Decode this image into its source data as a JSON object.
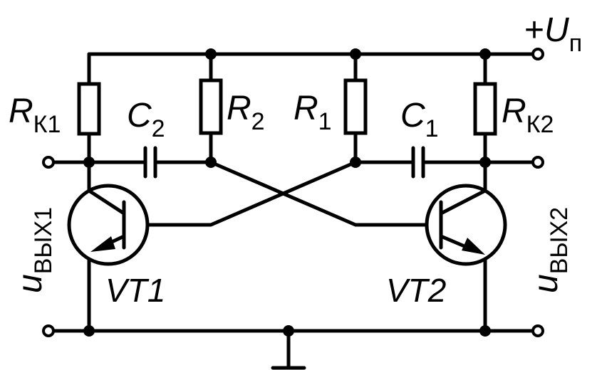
{
  "supply": {
    "sign": "+",
    "symbol": "U",
    "subscript": "п"
  },
  "resistors": {
    "rk1": {
      "symbol": "R",
      "subscript": "К1"
    },
    "r2": {
      "symbol": "R",
      "subscript": "2"
    },
    "r1": {
      "symbol": "R",
      "subscript": "1"
    },
    "rk2": {
      "symbol": "R",
      "subscript": "К2"
    }
  },
  "capacitors": {
    "c2": {
      "symbol": "C",
      "subscript": "2"
    },
    "c1": {
      "symbol": "C",
      "subscript": "1"
    }
  },
  "transistors": {
    "vt1": {
      "label": "VT1"
    },
    "vt2": {
      "label": "VT2"
    }
  },
  "outputs": {
    "out1": {
      "symbol": "u",
      "subscript": "ВЫХ1"
    },
    "out2": {
      "symbol": "u",
      "subscript": "ВЫХ2"
    }
  }
}
